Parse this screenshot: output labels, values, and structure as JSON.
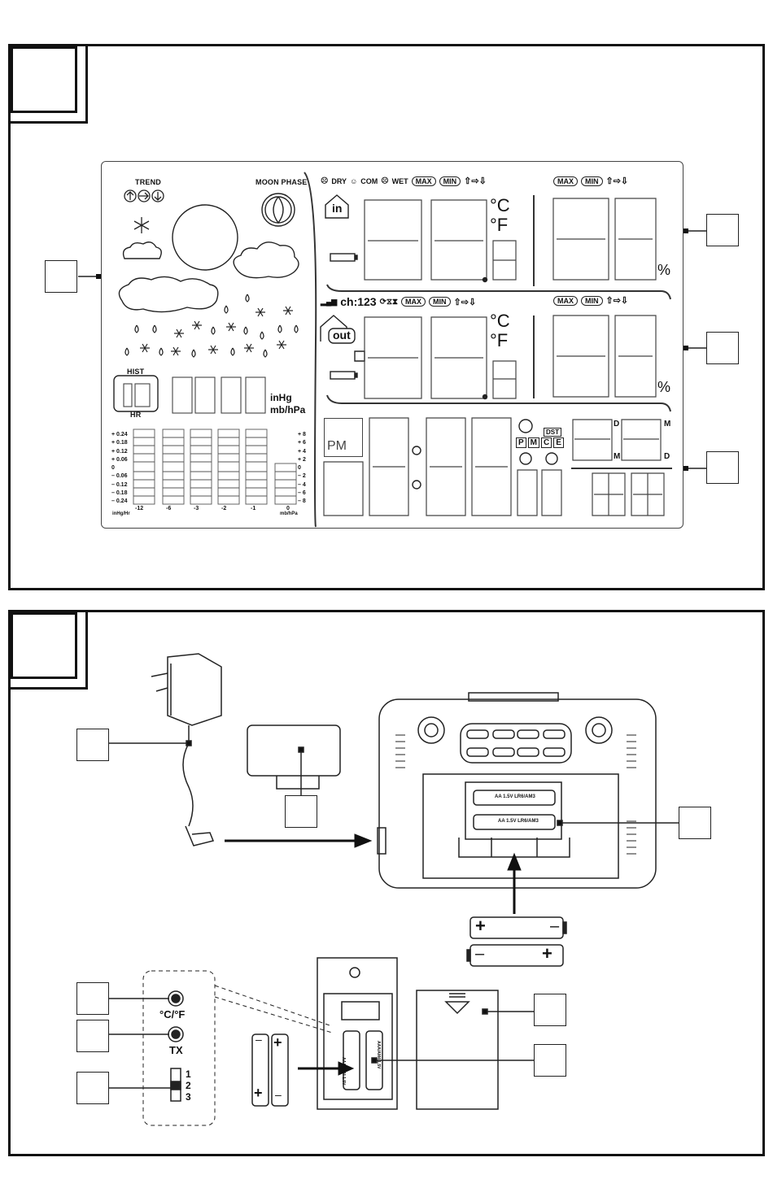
{
  "lcd": {
    "trend": "TREND",
    "moon_phase": "MOON PHASE",
    "comfort": [
      "DRY",
      "COM",
      "WET"
    ],
    "max": "MAX",
    "min": "MIN",
    "indoor": "in",
    "outdoor": "out",
    "degC": "°C",
    "degF": "°F",
    "percent": "%",
    "channel": "ch:123",
    "hist": "HIST",
    "hr": "HR",
    "inhg": "inHg",
    "mbhpa": "mb/hPa",
    "pm": "PM",
    "dst": "DST",
    "alarm_codes": [
      "P",
      "M",
      "C",
      "E"
    ],
    "date_d": "D",
    "date_m": "M",
    "hist_left_scale": [
      "+ 0.24",
      "+ 0.18",
      "+ 0.12",
      "+ 0.06",
      "0",
      "– 0.06",
      "– 0.12",
      "– 0.18",
      "– 0.24"
    ],
    "hist_right_scale": [
      "+ 8",
      "+ 6",
      "+ 4",
      "+ 2",
      "0",
      "– 2",
      "– 4",
      "– 6",
      "– 8"
    ],
    "hist_hours": [
      "-12",
      "-6",
      "-3",
      "-2",
      "-1",
      "0"
    ],
    "inhg_hr": "inHg/Hr",
    "mb_hpa_small": "mb/hPa"
  },
  "diagram2": {
    "celsius_fahrenheit": "°C/°F",
    "tx": "TX",
    "switch_positions": [
      "1",
      "2",
      "3"
    ],
    "battery_label": "AA 1.5V LR6/AM3",
    "battery_small_label": "AAA/AM4 1.5V",
    "plus": "+",
    "minus": "–"
  }
}
